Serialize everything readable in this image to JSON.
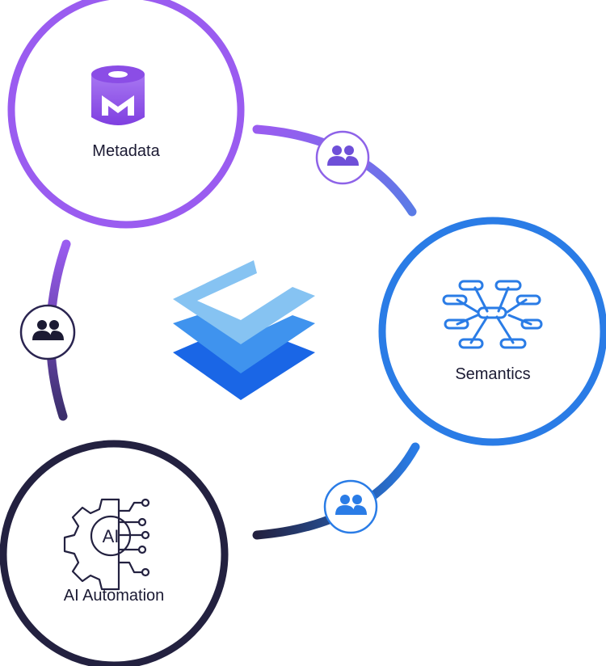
{
  "nodes": {
    "metadata": {
      "label": "Metadata",
      "icon": "database-m-icon",
      "color": "#9a5cf0"
    },
    "semantics": {
      "label": "Semantics",
      "icon": "mind-map-icon",
      "color": "#2a7ce6"
    },
    "ai_automation": {
      "label": "AI Automation",
      "icon": "ai-gear-circuit-icon",
      "color": "#232140"
    }
  },
  "connectors": [
    {
      "name": "metadata-semantics",
      "icon": "people-icon"
    },
    {
      "name": "metadata-ai",
      "icon": "people-icon"
    },
    {
      "name": "ai-semantics",
      "icon": "people-icon"
    }
  ],
  "center_icon": "layers-stack-icon",
  "ai_icon_text": "AI"
}
